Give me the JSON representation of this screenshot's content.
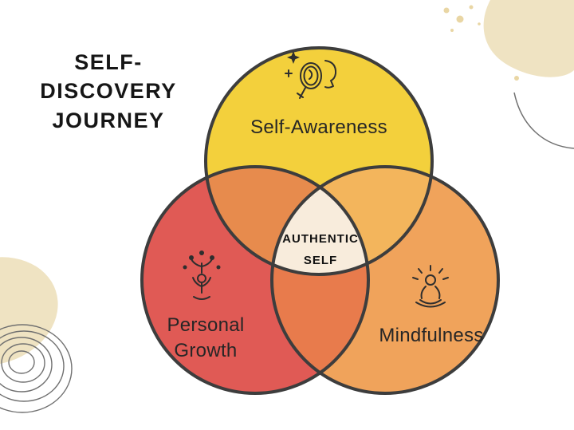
{
  "title": {
    "line1": "SELF-DISCOVERY",
    "line2": "JOURNEY"
  },
  "venn": {
    "circles": [
      {
        "id": "self-awareness",
        "label": "Self-Awareness"
      },
      {
        "id": "personal-growth",
        "label": "Personal Growth"
      },
      {
        "id": "mindfulness",
        "label": "Mindfulness"
      }
    ],
    "center": {
      "line1": "AUTHENTIC",
      "line2": "SELF"
    }
  },
  "icons": [
    "mirror-face-icon",
    "growth-person-icon",
    "meditation-icon"
  ],
  "colors": {
    "background": "#FFFFFF",
    "stroke": "#3D3D3D",
    "yellow": "#F3D03C",
    "red": "#E05A55",
    "orange": "#F0A35B",
    "overlap_awareness_growth": "#E78B4D",
    "overlap_awareness_mindfulness": "#F3B55C",
    "overlap_growth_mindfulness": "#E87B4C",
    "center": "#F8ECDC",
    "beige": "#EFE3C2",
    "beige_dark": "#E9D6A4",
    "outline": "#707070",
    "icon": "#2E2E2E",
    "text": "#1E1E1E"
  }
}
